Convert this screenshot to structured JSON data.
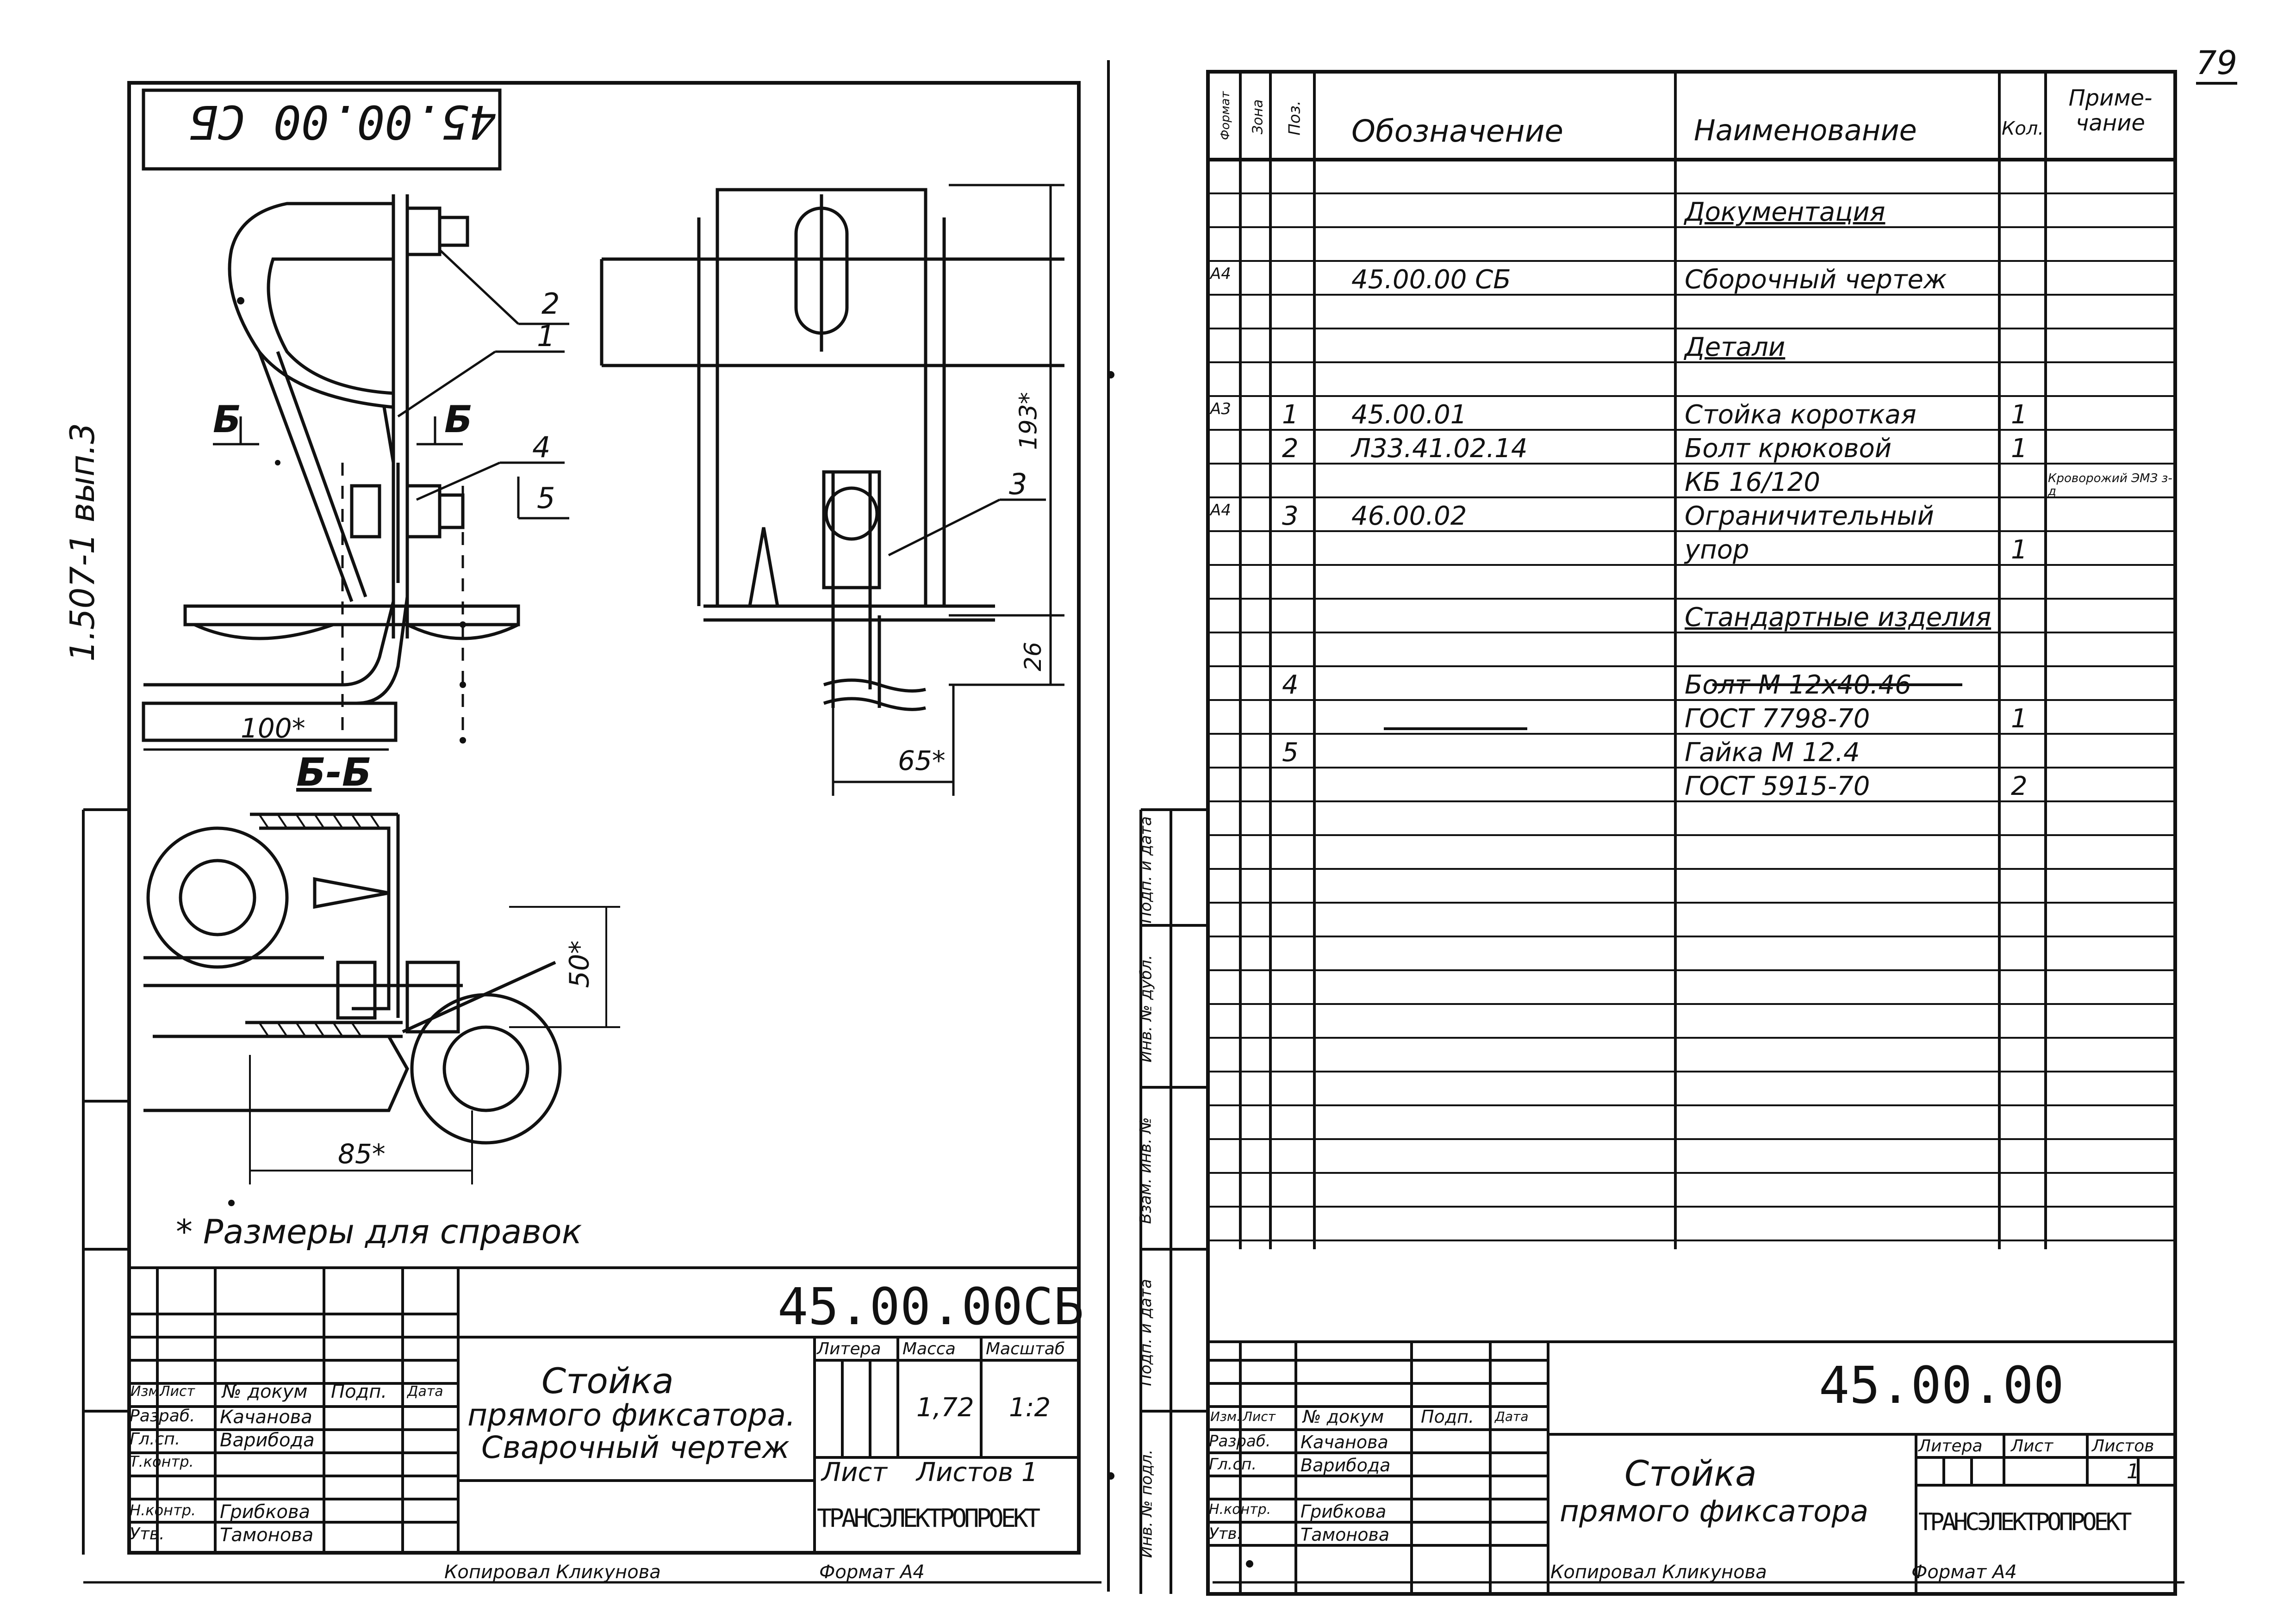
{
  "page_number": "79",
  "left_sheet": {
    "rotated_code": "45.00.00 СБ",
    "side_vertical_text": "1.507-1 вып.3",
    "section_label": "Б-Б",
    "section_mark_left": "Б",
    "section_mark_right": "Б",
    "callouts": [
      "2",
      "1",
      "4",
      "5",
      "3"
    ],
    "dimensions": {
      "dim_100": "100*",
      "dim_193": "193*",
      "dim_26": "26",
      "dim_65": "65*",
      "dim_50": "50*",
      "dim_85": "85*"
    },
    "footnote": "* Размеры для справок",
    "title_block": {
      "code": "45.00.00СБ",
      "title_lines": [
        "Стойка",
        "прямого фиксатора.",
        "Сварочный чертеж"
      ],
      "columns": [
        "Изм.",
        "Лист",
        "№ докум",
        "Подп.",
        "Дата"
      ],
      "people": [
        {
          "role": "Разраб.",
          "name": "Качанова"
        },
        {
          "role": "Гл.сп.",
          "name": "Варибода"
        },
        {
          "role": "Т.контр.",
          "name": ""
        },
        {
          "role": "Н.контр.",
          "name": "Грибкова"
        },
        {
          "role": "Утв.",
          "name": "Тамонова"
        }
      ],
      "headers": [
        "Литера",
        "Масса",
        "Масштаб"
      ],
      "mass": "1,72",
      "scale": "1:2",
      "sheet_label": "Лист",
      "sheets_label": "Листов 1",
      "company": "ТРАНСЭЛЕКТРОПРОЕКТ"
    },
    "bottom_note": "Копировал  Кликунова",
    "format_note": "Формат А4"
  },
  "right_sheet": {
    "spec_headers": {
      "format": "Формат",
      "zone": "Зона",
      "pos": "Поз.",
      "designation": "Обозначение",
      "name": "Наименование",
      "qty": "Кол.",
      "note": "Приме-чание"
    },
    "spec_rows": [
      {
        "format": "",
        "pos": "",
        "designation": "",
        "name": "Документация",
        "qty": "",
        "note": "",
        "underline": true
      },
      {
        "format": "",
        "pos": "",
        "designation": "",
        "name": "",
        "qty": "",
        "note": ""
      },
      {
        "format": "А4",
        "pos": "",
        "designation": "45.00.00 СБ",
        "name": "Сборочный чертеж",
        "qty": "",
        "note": ""
      },
      {
        "format": "",
        "pos": "",
        "designation": "",
        "name": "",
        "qty": "",
        "note": ""
      },
      {
        "format": "",
        "pos": "",
        "designation": "",
        "name": "Детали",
        "qty": "",
        "note": "",
        "underline": true
      },
      {
        "format": "",
        "pos": "",
        "designation": "",
        "name": "",
        "qty": "",
        "note": ""
      },
      {
        "format": "А3",
        "pos": "1",
        "designation": "45.00.01",
        "name": "Стойка короткая",
        "qty": "1",
        "note": ""
      },
      {
        "format": "",
        "pos": "2",
        "designation": "Л33.41.02.14",
        "name": "Болт крюковой",
        "qty": "1",
        "note": ""
      },
      {
        "format": "",
        "pos": "",
        "designation": "",
        "name": "КБ 16/120",
        "qty": "",
        "note": "Кроворожий ЭМЗ з-д"
      },
      {
        "format": "А4",
        "pos": "3",
        "designation": "46.00.02",
        "name": "Ограничительный",
        "qty": "",
        "note": ""
      },
      {
        "format": "",
        "pos": "",
        "designation": "",
        "name": "упор",
        "qty": "1",
        "note": ""
      },
      {
        "format": "",
        "pos": "",
        "designation": "",
        "name": "",
        "qty": "",
        "note": ""
      },
      {
        "format": "",
        "pos": "",
        "designation": "",
        "name": "Стандартные изделия",
        "qty": "",
        "note": "",
        "underline": true
      },
      {
        "format": "",
        "pos": "",
        "designation": "",
        "name": "",
        "qty": "",
        "note": ""
      },
      {
        "format": "",
        "pos": "4",
        "designation": "",
        "name": "Болт М 12х40.46",
        "qty": "",
        "note": ""
      },
      {
        "format": "",
        "pos": "",
        "designation": "",
        "name": "ГОСТ 7798-70",
        "qty": "1",
        "note": ""
      },
      {
        "format": "",
        "pos": "5",
        "designation": "",
        "name": "Гайка М 12.4",
        "qty": "",
        "note": ""
      },
      {
        "format": "",
        "pos": "",
        "designation": "",
        "name": "ГОСТ 5915-70",
        "qty": "2",
        "note": ""
      }
    ],
    "side_labels": [
      "Подп. и дата",
      "Инв. № дубл.",
      "Взам. инв. №",
      "Подп. и дата",
      "Инв. № подл."
    ],
    "title_block": {
      "code": "45.00.00",
      "title_lines": [
        "Стойка",
        "прямого фиксатора"
      ],
      "columns": [
        "Изм.",
        "Лист",
        "№ докум",
        "Подп.",
        "Дата"
      ],
      "people": [
        {
          "role": "Разраб.",
          "name": "Качанова"
        },
        {
          "role": "Гл.сп.",
          "name": "Варибода"
        },
        {
          "role": "Н.контр.",
          "name": "Грибкова"
        },
        {
          "role": "Утв.",
          "name": "Тамонова"
        }
      ],
      "headers": [
        "Литера",
        "Лист",
        "Листов"
      ],
      "sheets_count": "1",
      "company": "ТРАНСЭЛЕКТРОПРОЕКТ"
    },
    "bottom_note": "Копировал  Кликунова",
    "format_note": "Формат А4"
  }
}
